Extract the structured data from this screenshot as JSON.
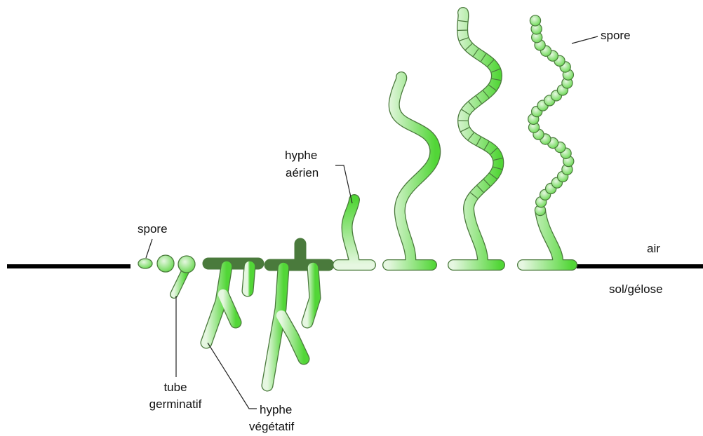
{
  "labels": {
    "spore_left": "spore",
    "tube_line1": "tube",
    "tube_line2": "germinatif",
    "veg_line1": "hyphe",
    "veg_line2": "végétatif",
    "aerial_line1": "hyphe",
    "aerial_line2": "aérien",
    "spore_right": "spore",
    "air": "air",
    "soil": "sol/gélose"
  },
  "colors": {
    "hypha_light": "#e6f7e1",
    "hypha_dark": "#52d637",
    "outline": "#4a7a3c",
    "ground": "#000000"
  }
}
